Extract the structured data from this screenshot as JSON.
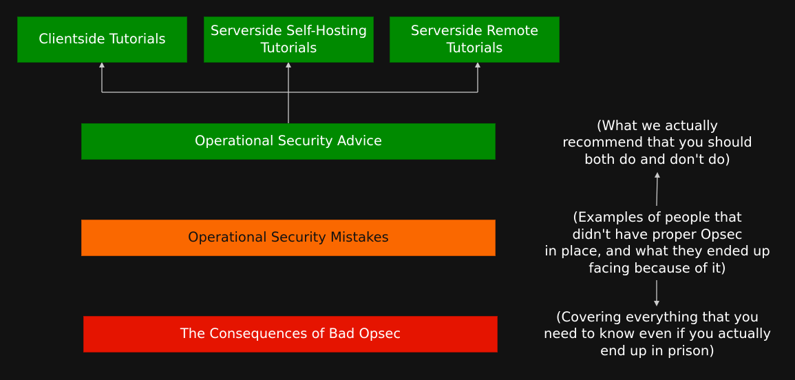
{
  "colors": {
    "background": "#121212",
    "green": "#008a00",
    "orange": "#fa6800",
    "red": "#e51400",
    "connector": "#cccccc"
  },
  "nodes": {
    "clientside_tutorials": "Clientside Tutorials",
    "serverside_self_hosting_tutorials": "Serverside Self-Hosting\nTutorials",
    "serverside_remote_tutorials": "Serverside Remote\nTutorials",
    "opsec_advice": "Operational Security Advice",
    "opsec_mistakes": "Operational Security Mistakes",
    "bad_opsec_consequences": "The Consequences of Bad Opsec"
  },
  "notes": {
    "advice_note": "(What we actually\nrecommend that you should\nboth do and don't do)",
    "mistakes_note": "(Examples of people that\ndidn't have proper Opsec\nin place, and what they ended up\nfacing because of it)",
    "consequences_note": "(Covering everything that you\nneed to know even if you actually\nend up in prison)"
  }
}
